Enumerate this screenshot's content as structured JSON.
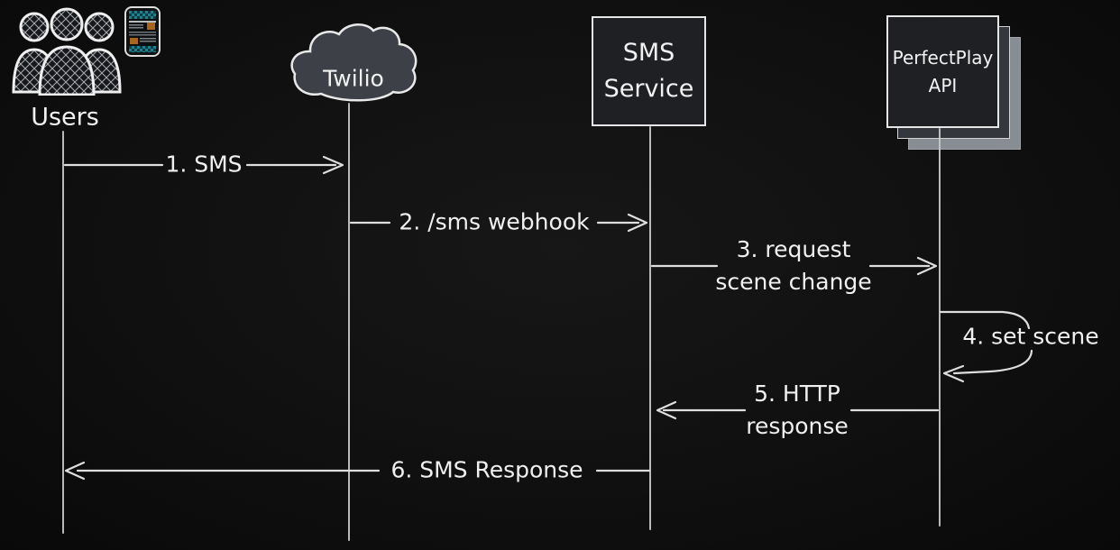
{
  "colors": {
    "background": "#101010",
    "stroke": "#e8e8e8",
    "cloud_fill": "#3d4046",
    "box_fill": "#1e2023",
    "stack_mid_fill": "#34373c",
    "stack_back_fill": "#888d93",
    "phone_teal": "#1d828e",
    "phone_orange": "#a8651c"
  },
  "actors": {
    "users": {
      "label": "Users"
    },
    "twilio": {
      "label": "Twilio"
    },
    "sms_service": {
      "line1": "SMS",
      "line2": "Service"
    },
    "perfectplay_api": {
      "line1": "PerfectPlay",
      "line2": "API"
    }
  },
  "messages": [
    {
      "label": "1. SMS"
    },
    {
      "label": "2. /sms webhook"
    },
    {
      "line1": "3. request",
      "line2": "scene change"
    },
    {
      "label": "4. set scene"
    },
    {
      "line1": "5. HTTP",
      "line2": "response"
    },
    {
      "label": "6. SMS Response"
    }
  ]
}
